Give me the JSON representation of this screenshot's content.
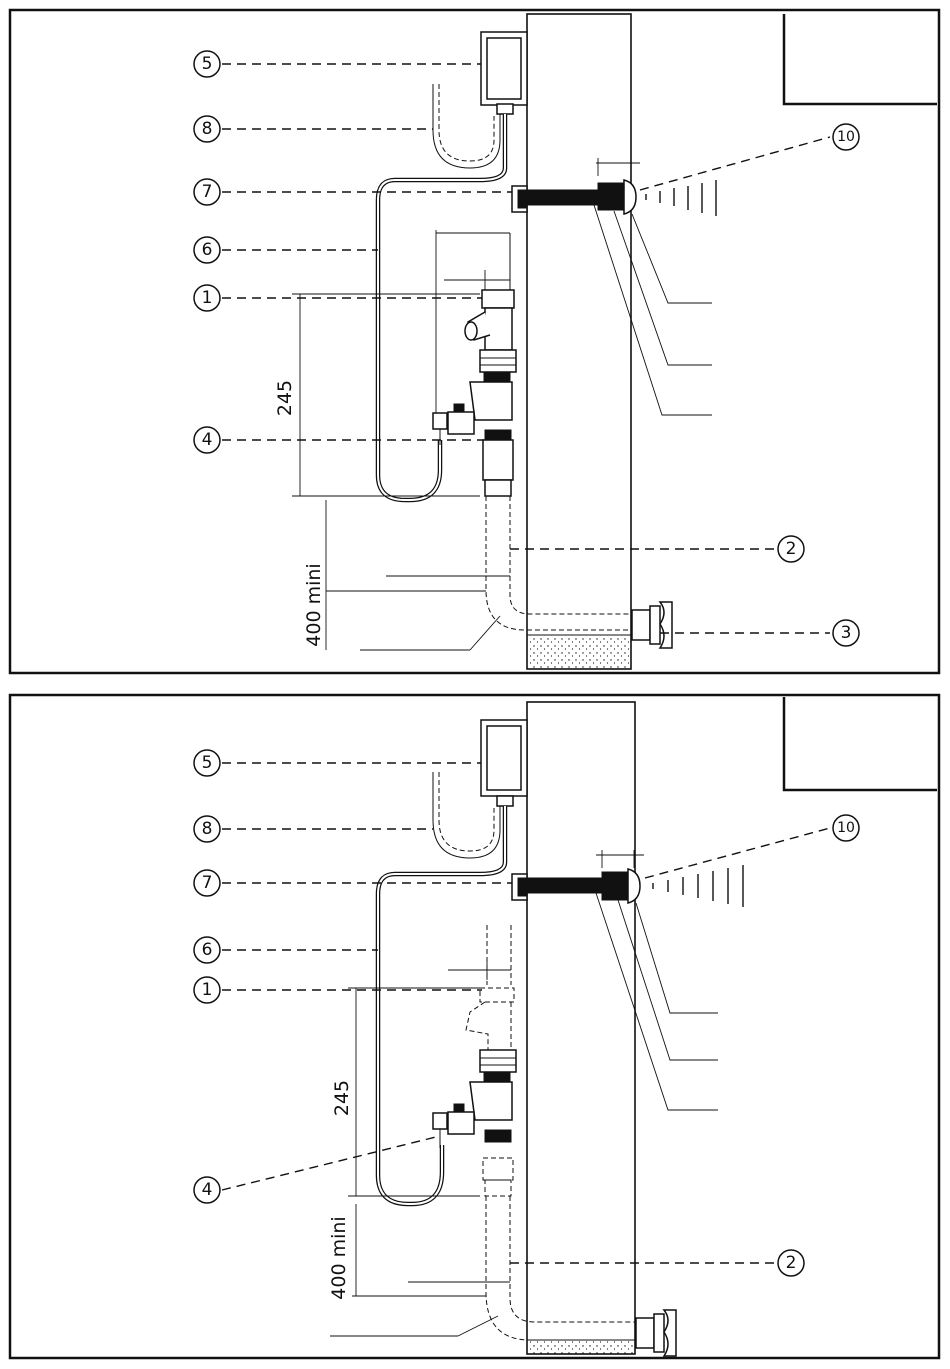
{
  "panels": [
    {
      "id": "panel-top",
      "callouts": [
        "5",
        "8",
        "7",
        "6",
        "1",
        "4",
        "2",
        "3",
        "10"
      ],
      "dimensions": {
        "height": "245",
        "min_clearance": "400 mini"
      }
    },
    {
      "id": "panel-bottom",
      "callouts": [
        "5",
        "8",
        "7",
        "6",
        "1",
        "4",
        "2",
        "10"
      ],
      "dimensions": {
        "height": "245",
        "min_clearance": "400 mini"
      }
    }
  ],
  "colors": {
    "line": "#111111",
    "background": "#ffffff"
  }
}
